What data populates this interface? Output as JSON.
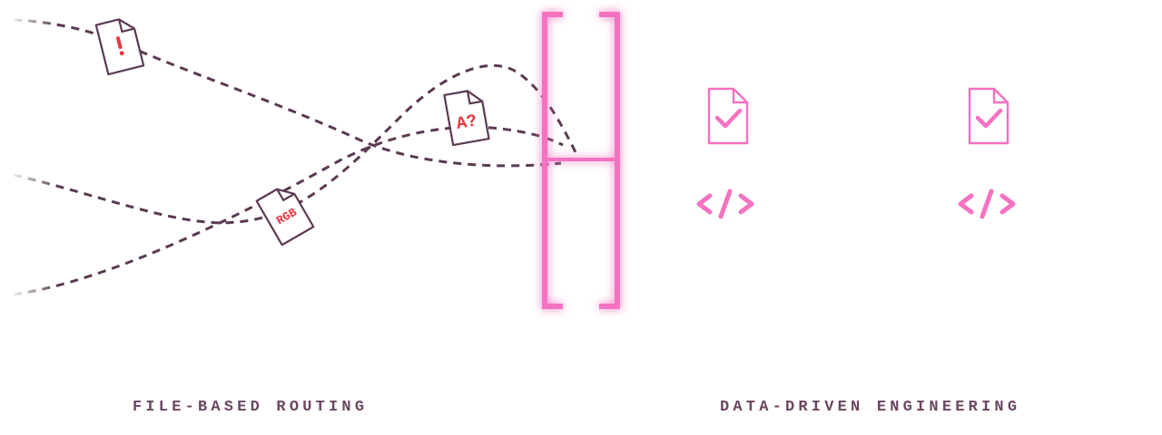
{
  "diagram": {
    "left_section": {
      "caption": "FILE-BASED ROUTING",
      "files": [
        {
          "icon": "file-alert-icon",
          "glyph": "!"
        },
        {
          "icon": "file-rgb-icon",
          "glyph": "RGB"
        },
        {
          "icon": "file-font-question-icon",
          "glyph": "A?"
        }
      ]
    },
    "right_section": {
      "caption": "DATA-DRIVEN ENGINEERING",
      "tracks": [
        {
          "style": "solid",
          "icons": [
            "file-check-icon",
            "file-check-icon"
          ]
        },
        {
          "style": "dashed",
          "icons": []
        },
        {
          "style": "solid",
          "icons": [
            "code-icon",
            "code-icon"
          ]
        }
      ]
    },
    "colors": {
      "line": "#5a3a52",
      "accent_pink": "#f472c0",
      "glyph_red": "#e8363f",
      "caption": "#6b4760"
    }
  }
}
